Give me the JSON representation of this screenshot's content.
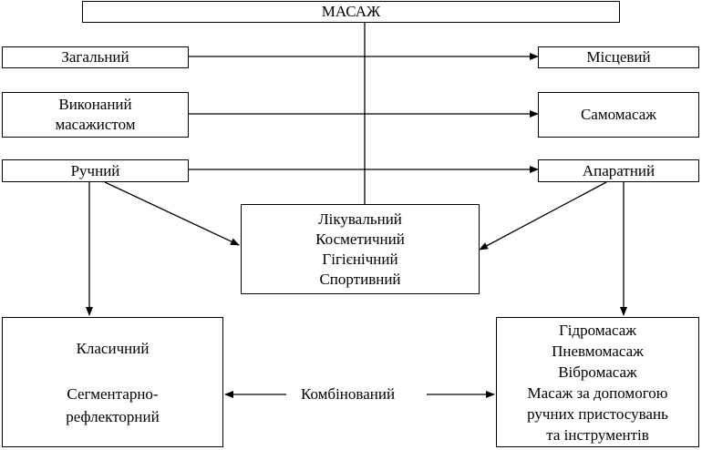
{
  "title": "МАСАЖ",
  "rows": [
    {
      "left": "Загальний",
      "right": "Місцевий"
    },
    {
      "left": [
        "Виконаний",
        "масажистом"
      ],
      "right": "Самомасаж"
    },
    {
      "left": "Ручний",
      "right": "Апаратний"
    }
  ],
  "center_types": [
    "Лікувальний",
    "Косметичний",
    "Гігієнічний",
    "Спортивний"
  ],
  "bottom_left": [
    "Класичний",
    "",
    "Сегментарно-",
    "рефлекторний"
  ],
  "combined_label": "Комбінований",
  "bottom_right": [
    "Гідромасаж",
    "Пневмомасаж",
    "Вібромасаж",
    "Масаж за допомогою",
    "ручних пристосувань",
    "та інструментів"
  ]
}
